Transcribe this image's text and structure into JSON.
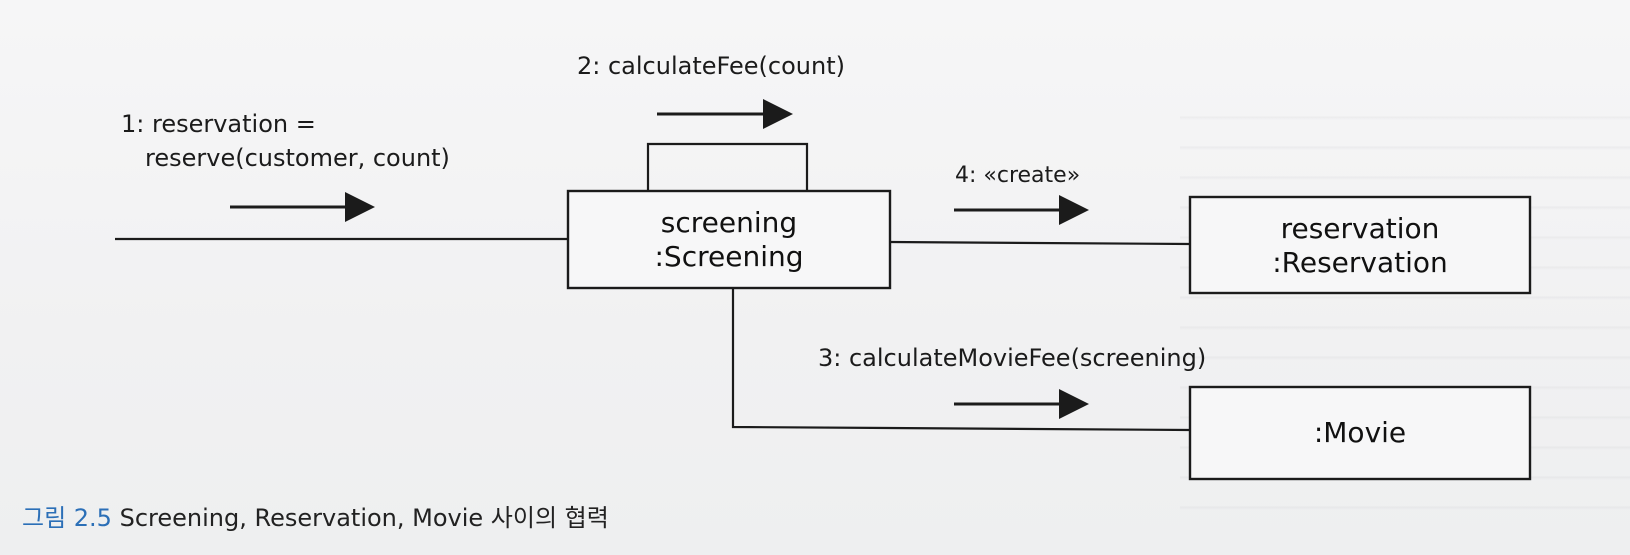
{
  "diagram": {
    "objects": {
      "screening": {
        "line1": "screening",
        "line2": ":Screening"
      },
      "reservation": {
        "line1": "reservation",
        "line2": ":Reservation"
      },
      "movie": {
        "line1": ":Movie"
      }
    },
    "messages": {
      "m1_line1": "1: reservation =",
      "m1_line2": "reserve(customer, count)",
      "m2": "2: calculateFee(count)",
      "m3": "3: calculateMovieFee(screening)",
      "m4": "4: «create»"
    }
  },
  "caption": {
    "label": "그림 2.5",
    "text": "Screening, Reservation, Movie 사이의 협력"
  },
  "colors": {
    "ink": "#1b1b1b",
    "caption_label": "#2b6fb7",
    "background": "#f3f3f4"
  }
}
